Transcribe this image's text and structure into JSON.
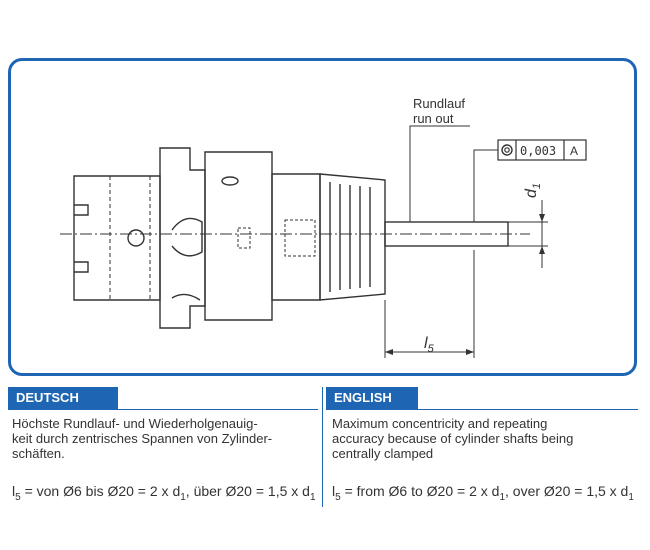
{
  "callout": {
    "line1": "Rundlauf",
    "line2": "run out"
  },
  "tolerance": {
    "value": "0,003",
    "datum": "A"
  },
  "dimensions": {
    "diameter_label": "d",
    "diameter_sub": "1",
    "length_label": "l",
    "length_sub": "5"
  },
  "german": {
    "heading": "DEUTSCH",
    "text_line1": "Höchste Rundlauf- und Wiederholgenauig-",
    "text_line2": "keit durch zentrisches Spannen von Zylinder-",
    "text_line3": "schäften.",
    "formula_var": "l",
    "formula_sub": "5",
    "formula_part1": " = von Ø6 bis Ø20 = 2 x d",
    "formula_sub2": "1",
    "formula_part2": ", über Ø20 = 1,5 x d",
    "formula_sub3": "1"
  },
  "english": {
    "heading": "ENGLISH",
    "text_line1": "Maximum concentricity and repeating",
    "text_line2": "accuracy because of cylinder shafts being",
    "text_line3": "centrally clamped",
    "formula_var": "l",
    "formula_sub": "5",
    "formula_part1": " = from Ø6 to Ø20 = 2 x d",
    "formula_sub2": "1",
    "formula_part2": ", over Ø20 = 1,5 x d",
    "formula_sub3": "1"
  },
  "colors": {
    "accent": "#1e66b4",
    "line": "#333333"
  }
}
